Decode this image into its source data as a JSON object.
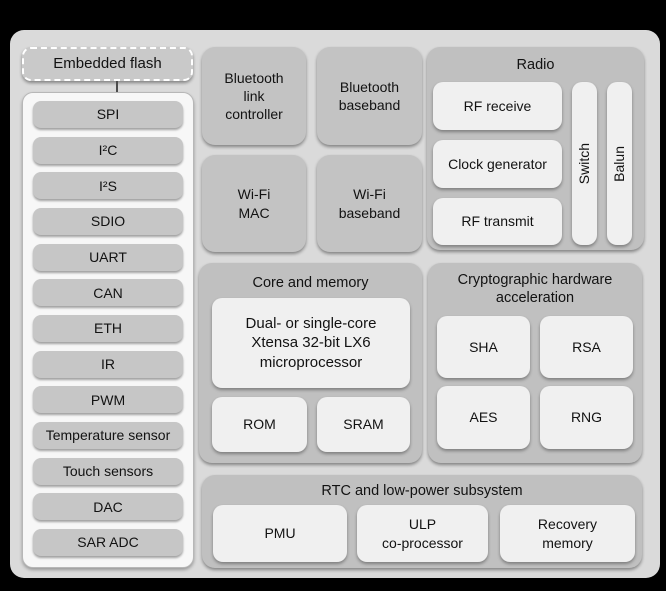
{
  "colors": {
    "background": "#000000",
    "chip_body": "#dadada",
    "gray_box": "#c3c3c3",
    "section_container": "#c0c0c0",
    "white_box": "#f0f0f0",
    "left_panel": "#f7f7f7",
    "text": "#121212"
  },
  "left_column": {
    "embedded_flash": "Embedded flash",
    "peripherals": [
      "SPI",
      "I²C",
      "I²S",
      "SDIO",
      "UART",
      "CAN",
      "ETH",
      "IR",
      "PWM",
      "Temperature sensor",
      "Touch sensors",
      "DAC",
      "SAR ADC"
    ]
  },
  "wireless": {
    "bluetooth_link_controller": "Bluetooth\nlink\ncontroller",
    "bluetooth_baseband": "Bluetooth\nbaseband",
    "wifi_mac": "Wi-Fi\nMAC",
    "wifi_baseband": "Wi-Fi\nbaseband"
  },
  "radio": {
    "title": "Radio",
    "blocks": [
      "RF receive",
      "Clock generator",
      "RF transmit"
    ],
    "side_blocks": [
      "Switch",
      "Balun"
    ]
  },
  "core_memory": {
    "title": "Core and memory",
    "cpu": "Dual- or single-core\nXtensa 32-bit LX6\nmicroprocessor",
    "memories": [
      "ROM",
      "SRAM"
    ]
  },
  "crypto": {
    "title": "Cryptographic hardware\nacceleration",
    "units": [
      "SHA",
      "RSA",
      "AES",
      "RNG"
    ]
  },
  "rtc": {
    "title": "RTC and low-power subsystem",
    "blocks": [
      "PMU",
      "ULP\nco-processor",
      "Recovery\nmemory"
    ]
  }
}
